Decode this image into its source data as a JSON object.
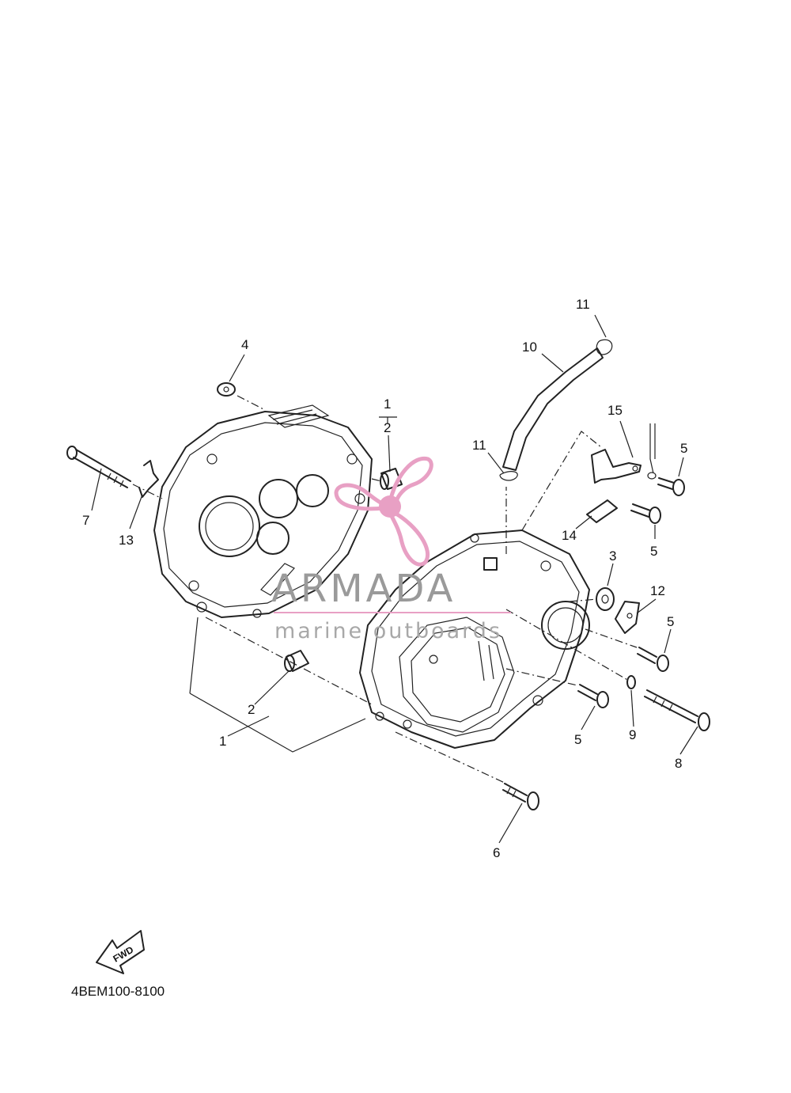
{
  "diagram": {
    "code": "4BEM100-8100",
    "fwd_label": "FWD",
    "callouts": [
      "1",
      "2",
      "1",
      "2",
      "3",
      "4",
      "5",
      "5",
      "5",
      "5",
      "6",
      "7",
      "8",
      "9",
      "10",
      "11",
      "11",
      "12",
      "13",
      "14",
      "15"
    ]
  },
  "watermark": {
    "brand": "ARMADA",
    "tagline": "marine outboards",
    "logo": "propeller-logo-icon",
    "color_logo": "#e8a0c4",
    "color_text": "#9a9a9a"
  }
}
